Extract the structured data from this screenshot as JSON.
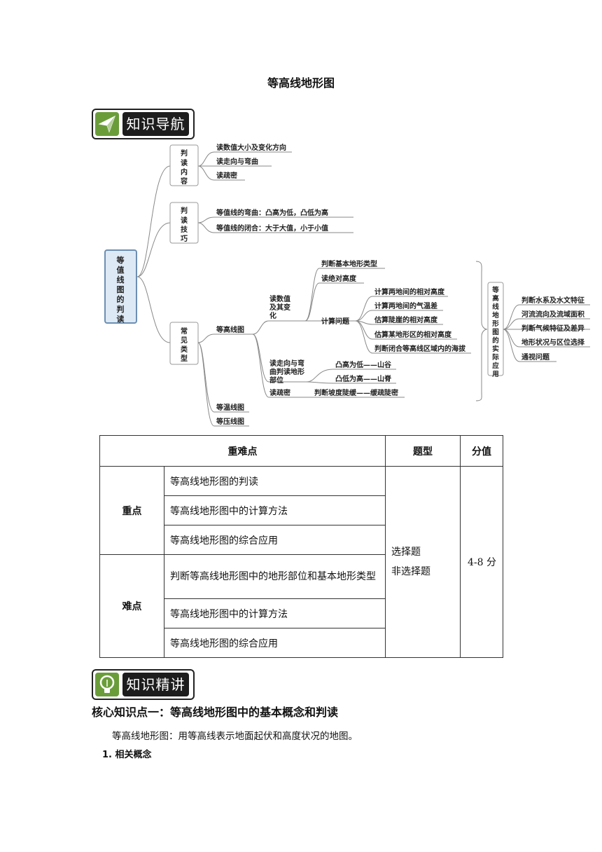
{
  "title": "等高线地形图",
  "nav_badge": "知识导航",
  "lecture_badge": "知识精讲",
  "mindmap": {
    "root": "等值线图的判读",
    "b1": "判读内容",
    "b1_items": [
      "读数值大小及变化方向",
      "读走向与弯曲",
      "读疏密"
    ],
    "b2": "判读技巧",
    "b2_items": [
      "等值线的弯曲：凸高为低，凸低为高",
      "等值线的闭合：大于大值，小于小值"
    ],
    "b3": "常见类型",
    "contour": "等高线图",
    "read_value": "读数值及其变化",
    "rv_items": [
      "判断基本地形类型",
      "读绝对高度"
    ],
    "calc": "计算问题",
    "calc_items": [
      "计算两地间的相对高度",
      "计算两地间的气温差",
      "估算陡崖的相对高度",
      "估算某地形区的相对高度",
      "判断闭合等高线区域内的海拔"
    ],
    "read_dir": "读走向与弯曲判读地形部位",
    "rd_items": [
      "凸高为低——山谷",
      "凸低为高——山脊"
    ],
    "read_density": "读疏密",
    "rdens_item": "判断坡度陡缓——缓疏陡密",
    "isotherm": "等温线图",
    "isobar": "等压线图",
    "app": "等高线地形图的实际应用",
    "app_items": [
      "判断水系及水文特征",
      "河流流向及流域面积",
      "判断气候特征及差异",
      "地形状况与区位选择",
      "通视问题"
    ]
  },
  "table": {
    "headers": [
      "重难点",
      "题型",
      "分值"
    ],
    "key_label": "重点",
    "key_items": [
      "等高线地形图的判读",
      "等高线地形图中的计算方法",
      "等高线地形图的综合应用"
    ],
    "diff_label": "难点",
    "diff_items": [
      "判断等高线地形图中的地形部位和基本地形类型",
      "等高线地形图中的计算方法",
      "等高线地形图的综合应用"
    ],
    "types": [
      "选择题",
      "非选择题"
    ],
    "score": "4-8 分"
  },
  "section_title": "核心知识点一：等高线地形图中的基本概念和判读",
  "intro": "等高线地形图：用等高线表示地面起伏和高度状况的地图。",
  "subheading": "1. 相关概念"
}
